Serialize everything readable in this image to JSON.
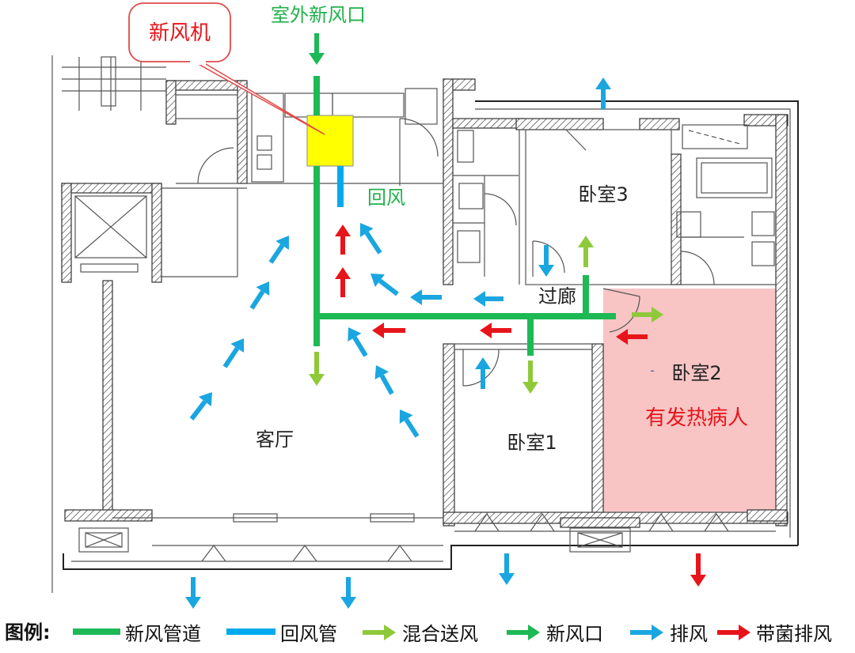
{
  "title_box": "新风机",
  "outdoor_inlet": "室外新风口",
  "return_air": "回风",
  "rooms": {
    "bedroom3": "卧室3",
    "corridor": "过廊",
    "bedroom2": "卧室2",
    "bedroom2_dash": "-",
    "patient": "有发热病人",
    "living": "客厅",
    "bedroom1": "卧室1"
  },
  "legend": {
    "title": "图例:",
    "fresh_duct": "新风管道",
    "return_duct": "回风管",
    "mixed_supply": "混合送风",
    "fresh_inlet": "新风口",
    "exhaust": "排风",
    "germ_exhaust": "带菌排风"
  },
  "colors": {
    "fresh_duct": "#1db954",
    "return_duct": "#00aaee",
    "mixed_supply": "#8fc93a",
    "exhaust": "#1aa6e0",
    "germ_exhaust": "#e8141b",
    "patient_room": "#f8c4c4",
    "unit": "#ffff00",
    "callout_border": "#e04a4a",
    "callout_text": "#e8141b",
    "label_green": "#22b14c"
  }
}
